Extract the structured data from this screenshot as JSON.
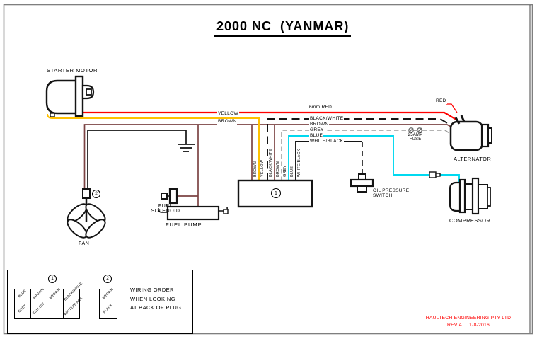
{
  "title": "2000 NC  (YANMAR)",
  "labels": {
    "starter_motor": "STARTER MOTOR",
    "fan": "FAN",
    "fuel_solenoid": [
      "FUEL",
      "SOLENOID"
    ],
    "fuel_pump": "FUEL PUMP",
    "oil_pressure_switch": [
      "OIL PRESSURE",
      "SWITCH"
    ],
    "fuse": [
      "25AMP",
      "FUSE"
    ],
    "alternator": "ALTERNATOR",
    "compressor": "COMPRESSOR"
  },
  "wires": {
    "yellow": "YELLOW",
    "brown_left": "BROWN",
    "red_6mm": "6mm RED",
    "black_white": "BLACK/WHITE",
    "brown_right": "BROWN",
    "grey": "GREY",
    "blue": "BLUE",
    "white_black": "WHITE/BLACK",
    "red": "RED",
    "plug_wires": [
      "BROWN",
      "YELLOW",
      "BLACK/WHITE",
      "BROWN",
      "GREY",
      "BLUE",
      "WHITE/BLACK"
    ]
  },
  "connectors": {
    "plug1": "1",
    "plug2": "2"
  },
  "legend": {
    "plug1_symbol": "1",
    "plug2_symbol": "2",
    "plug1_grid": [
      [
        "BLUE",
        "BROWN",
        "BROWN",
        "BLACK/WHITE"
      ],
      [
        "GREY",
        "YELLOW",
        "",
        "WHITE/BLACK"
      ]
    ],
    "plug2_grid": [
      "BROWN",
      "BLACK"
    ],
    "note": [
      "WIRING ORDER",
      "WHEN LOOKING",
      "AT BACK OF PLUG"
    ]
  },
  "footer": {
    "company": "HAULTECH ENGINEERING PTY LTD",
    "revision": "REV A     1-8-2016"
  },
  "colors": {
    "red": "#ff0000",
    "yellow": "#ffc000",
    "brown": "#7b4343",
    "grey": "#9a9a9a",
    "blue": "#00d9f0",
    "black": "#141414",
    "border_grey": "#7f7f7f"
  }
}
